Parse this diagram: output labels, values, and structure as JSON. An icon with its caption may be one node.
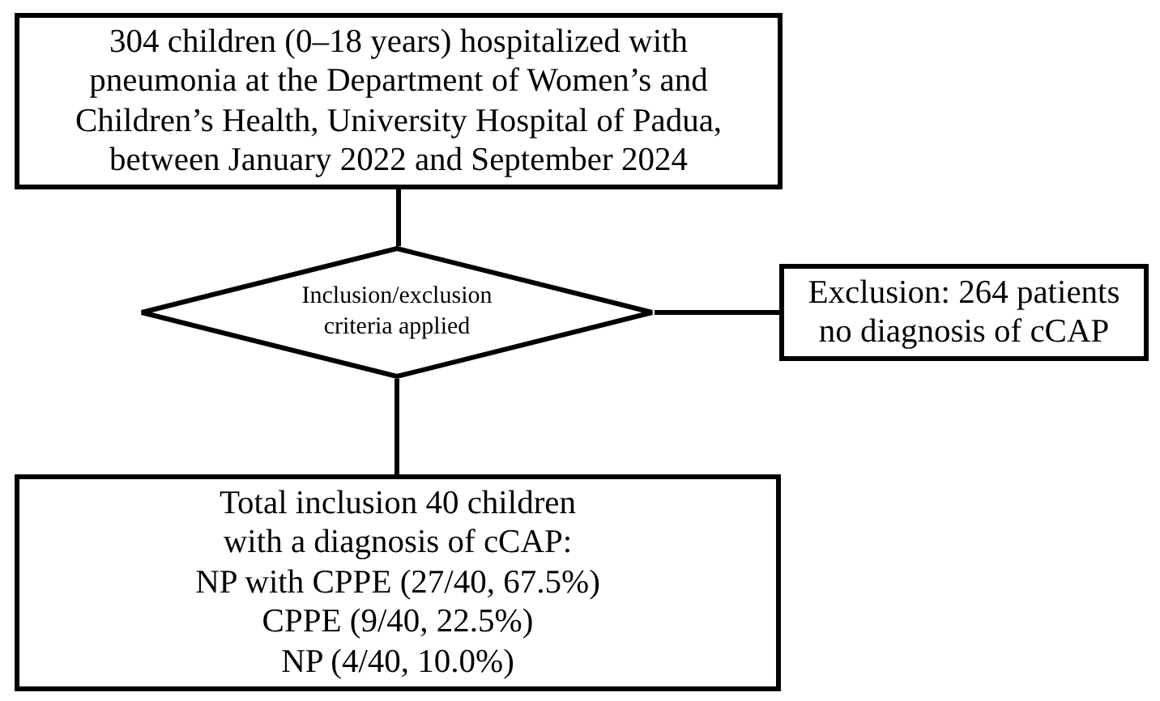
{
  "diagram": {
    "nodes": [
      {
        "text": [
          "304 children (0–18 years) hospitalized with pneumonia at the Department of Women’s and Children’s Health, University Hospital of Padua, between January 2022 and September 2024"
        ]
      },
      {
        "text": [
          "Inclusion/exclusion criteria applied"
        ]
      },
      {
        "text": [
          "Exclusion: 264 patients no diagnosis of cCAP"
        ]
      },
      {
        "text": [
          "Total inclusion 40 children with a diagnosis of cCAP:",
          "NP with CPPE (27/40, 67.5%)",
          "CPPE (9/40, 22.5%)",
          "NP (4/40, 10.0%)"
        ]
      }
    ],
    "edges": [
      {
        "from": 0,
        "to": 1,
        "arrow": "none"
      },
      {
        "from": 1,
        "to": 2,
        "arrow": "none"
      },
      {
        "from": 1,
        "to": 3,
        "arrow": "none"
      }
    ]
  }
}
